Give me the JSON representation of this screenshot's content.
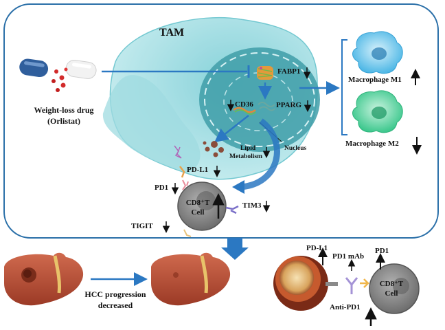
{
  "cell": {
    "title": "TAM",
    "nucleus": "Nucleus"
  },
  "drug": {
    "line1": "Weight-loss drug",
    "line2": "(Orlistat)"
  },
  "genes": {
    "fabp1": "FABP1",
    "pparg": "PPARG",
    "cd36": "CD36",
    "lipid1": "Lipid",
    "lipid2": "Metabolism",
    "pdl1": "PD-L1",
    "pd1": "PD1",
    "tim3": "TIM3",
    "tigit": "TIGIT"
  },
  "tcell": {
    "line1": "CD8⁺T",
    "line2": "Cell"
  },
  "macrophages": {
    "m1": "Macrophage M1",
    "m2": "Macrophage M2"
  },
  "outcome": {
    "line1": "HCC progression",
    "line2": "decreased"
  },
  "therapy": {
    "pdl1": "PD-L1",
    "pd1mab": "PD1 mAb",
    "pd1": "PD1",
    "tcell_line1": "CD8⁺T",
    "tcell_line2": "Cell",
    "antipd1": "Anti-PD1"
  },
  "colors": {
    "panel_border": "#2a6fa8",
    "tam_outer": "#9fdbe0",
    "tam_inner": "#5ab9c6",
    "nucleus": "#3f9ea8",
    "arrow_blue": "#2b78c2",
    "m1": "#6fc7ec",
    "m2": "#4fd39b",
    "liver": "#c0523a",
    "tcell": "#8a8a8a"
  }
}
